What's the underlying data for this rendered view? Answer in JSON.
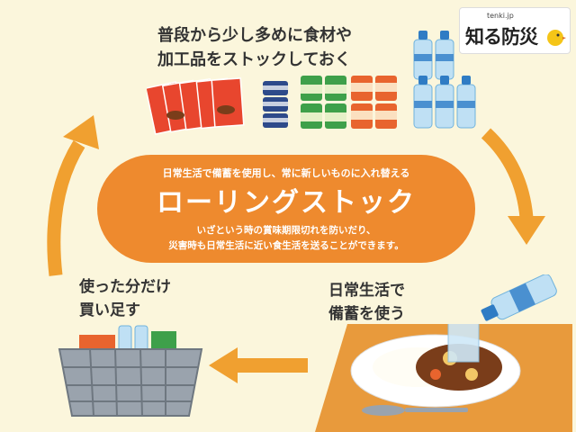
{
  "logo": {
    "site": "tenki.jp",
    "title": "知る防災"
  },
  "top_caption": {
    "line1": "普段から少し多めに食材や",
    "line2": "加工品をストックしておく"
  },
  "center": {
    "subtitle": "日常生活で備蓄を使用し、常に新しいものに入れ替える",
    "title": "ローリングストック",
    "desc_line1": "いざという時の賞味期限切れを防いだり、",
    "desc_line2": "災害時も日常生活に近い食生活を送ることができます。"
  },
  "left_caption": {
    "line1": "使った分だけ",
    "line2": "買い足す"
  },
  "right_caption": {
    "line1": "日常生活で",
    "line2": "備蓄を使う"
  },
  "colors": {
    "background": "#fbf6dc",
    "accent": "#ee8a2e",
    "arrow": "#f0a030"
  },
  "icons": [
    "retort-curry-pack-icon",
    "canned-food-icon",
    "water-bottle-icon",
    "shopping-basket-icon",
    "curry-plate-icon"
  ]
}
